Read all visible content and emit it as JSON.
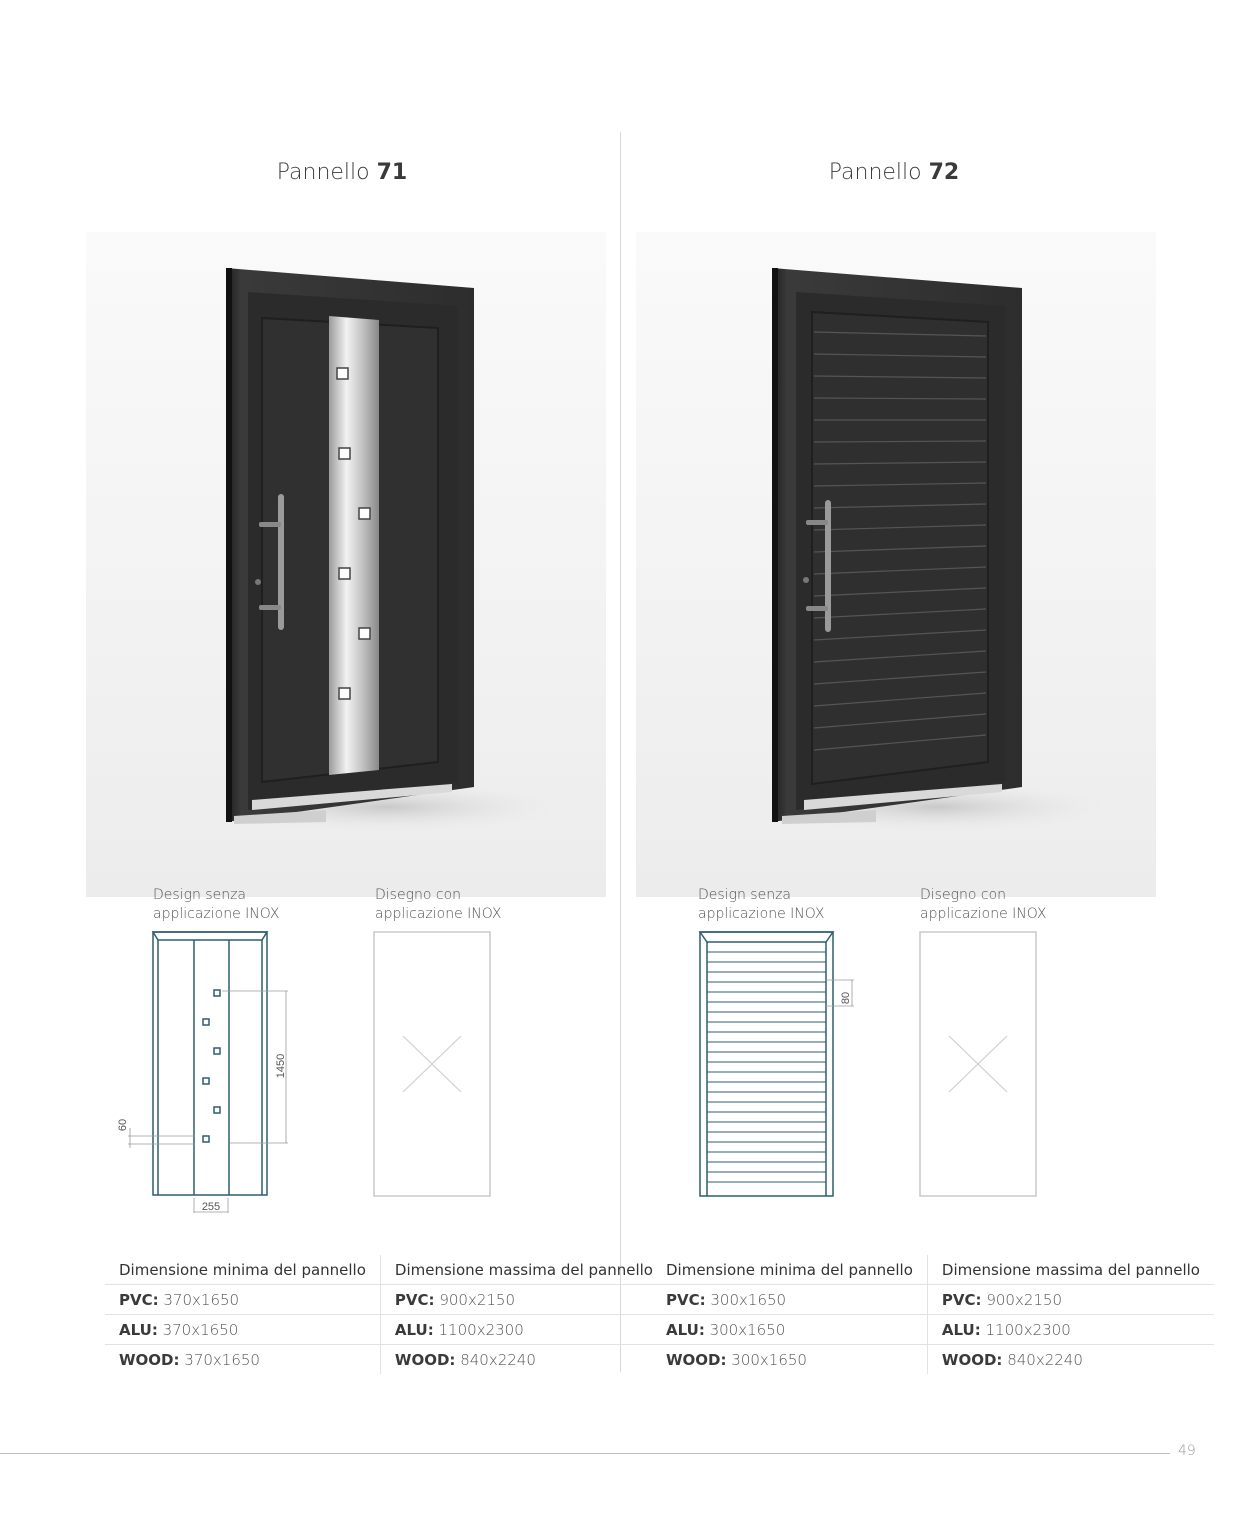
{
  "page_number": "49",
  "panels": [
    {
      "title_prefix": "Pannello",
      "title_number": "71",
      "caption_left": [
        "Design senza",
        "applicazione INOX"
      ],
      "caption_right": [
        "Disegno con",
        "applicazione INOX"
      ],
      "dimensions": {
        "d1": "1450",
        "d2": "60",
        "d3": "255"
      },
      "table": {
        "header_min": "Dimensione minima del pannello",
        "header_max": "Dimensione massima del pannello",
        "rows": [
          {
            "min_label": "PVC:",
            "min_value": "370x1650",
            "max_label": "PVC:",
            "max_value": "900x2150"
          },
          {
            "min_label": "ALU:",
            "min_value": "370x1650",
            "max_label": "ALU:",
            "max_value": "1100x2300"
          },
          {
            "min_label": "WOOD:",
            "min_value": "370x1650",
            "max_label": "WOOD:",
            "max_value": "840x2240"
          }
        ]
      }
    },
    {
      "title_prefix": "Pannello",
      "title_number": "72",
      "caption_left": [
        "Design senza",
        "applicazione INOX"
      ],
      "caption_right": [
        "Disegno con",
        "applicazione INOX"
      ],
      "dimensions": {
        "d1": "80"
      },
      "table": {
        "header_min": "Dimensione minima del pannello",
        "header_max": "Dimensione massima del pannello",
        "rows": [
          {
            "min_label": "PVC:",
            "min_value": "300x1650",
            "max_label": "PVC:",
            "max_value": "900x2150"
          },
          {
            "min_label": "ALU:",
            "min_value": "300x1650",
            "max_label": "ALU:",
            "max_value": "1100x2300"
          },
          {
            "min_label": "WOOD:",
            "min_value": "300x1650",
            "max_label": "WOOD:",
            "max_value": "840x2240"
          }
        ]
      }
    }
  ]
}
